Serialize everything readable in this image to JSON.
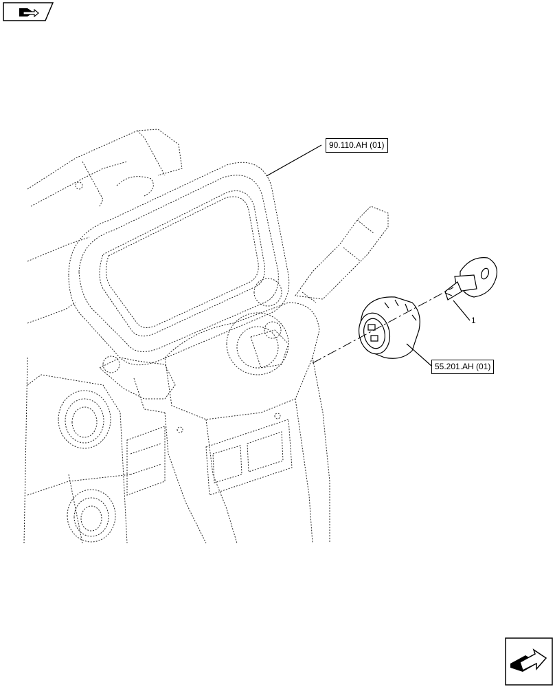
{
  "navigation": {
    "prev_icon": "page-back-icon",
    "next_icon": "page-forward-icon"
  },
  "callouts": [
    {
      "id": "instrument-cluster",
      "label": "90.110.AH (01)"
    },
    {
      "id": "ignition-switch",
      "label": "55.201.AH (01)"
    }
  ],
  "parts": [
    {
      "ref": "1"
    }
  ]
}
